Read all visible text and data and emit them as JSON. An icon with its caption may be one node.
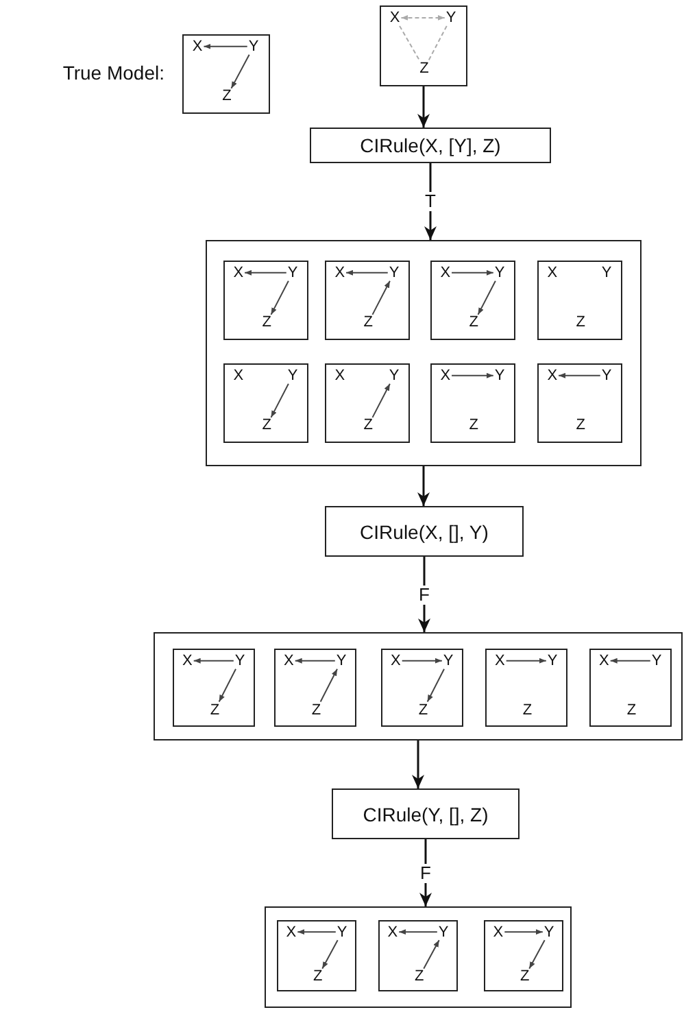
{
  "diagram": {
    "nodes": [
      {
        "text": [],
        "shape": "box",
        "beside": [
          "True Model:"
        ]
      },
      {
        "text": [
          "X"
        ],
        "in": 0
      },
      {
        "text": [
          "Y"
        ],
        "in": 0
      },
      {
        "text": [
          "Z"
        ],
        "in": 0
      },
      {
        "text": [],
        "shape": "box"
      },
      {
        "text": [
          "X"
        ],
        "in": 4
      },
      {
        "text": [
          "Y"
        ],
        "in": 4
      },
      {
        "text": [
          "Z"
        ],
        "in": 4
      },
      {
        "text": [
          "CIRule(X, [Y], Z)"
        ]
      },
      {
        "text": [],
        "shape": "box"
      },
      {
        "text": [],
        "shape": "box",
        "in": 9
      },
      {
        "text": [
          "X"
        ],
        "in": 10
      },
      {
        "text": [
          "Y"
        ],
        "in": 10
      },
      {
        "text": [
          "Z"
        ],
        "in": 10
      },
      {
        "text": [],
        "shape": "box",
        "in": 9
      },
      {
        "text": [
          "X"
        ],
        "in": 14
      },
      {
        "text": [
          "Y"
        ],
        "in": 14
      },
      {
        "text": [
          "Z"
        ],
        "in": 14
      },
      {
        "text": [],
        "shape": "box",
        "in": 9
      },
      {
        "text": [
          "X"
        ],
        "in": 18
      },
      {
        "text": [
          "Y"
        ],
        "in": 18
      },
      {
        "text": [
          "Z"
        ],
        "in": 18
      },
      {
        "text": [],
        "shape": "box",
        "in": 9
      },
      {
        "text": [
          "X"
        ],
        "in": 22
      },
      {
        "text": [
          "Y"
        ],
        "in": 22
      },
      {
        "text": [
          "Z"
        ],
        "in": 22
      },
      {
        "text": [],
        "shape": "box",
        "in": 9
      },
      {
        "text": [
          "X"
        ],
        "in": 26
      },
      {
        "text": [
          "Y"
        ],
        "in": 26
      },
      {
        "text": [
          "Z"
        ],
        "in": 26
      },
      {
        "text": [],
        "shape": "box",
        "in": 9
      },
      {
        "text": [
          "X"
        ],
        "in": 30
      },
      {
        "text": [
          "Y"
        ],
        "in": 30
      },
      {
        "text": [
          "Z"
        ],
        "in": 30
      },
      {
        "text": [],
        "shape": "box",
        "in": 9
      },
      {
        "text": [
          "X"
        ],
        "in": 34
      },
      {
        "text": [
          "Y"
        ],
        "in": 34
      },
      {
        "text": [
          "Z"
        ],
        "in": 34
      },
      {
        "text": [],
        "shape": "box",
        "in": 9
      },
      {
        "text": [
          "X"
        ],
        "in": 38
      },
      {
        "text": [
          "Y"
        ],
        "in": 38
      },
      {
        "text": [
          "Z"
        ],
        "in": 38
      },
      {
        "text": [
          "CIRule(X, [], Y)"
        ]
      },
      {
        "text": [],
        "shape": "box"
      },
      {
        "text": [],
        "shape": "box",
        "in": 43
      },
      {
        "text": [
          "X"
        ],
        "in": 44
      },
      {
        "text": [
          "Y"
        ],
        "in": 44
      },
      {
        "text": [
          "Z"
        ],
        "in": 44
      },
      {
        "text": [],
        "shape": "box",
        "in": 43
      },
      {
        "text": [
          "X"
        ],
        "in": 48
      },
      {
        "text": [
          "Y"
        ],
        "in": 48
      },
      {
        "text": [
          "Z"
        ],
        "in": 48
      },
      {
        "text": [],
        "shape": "box",
        "in": 43
      },
      {
        "text": [
          "X"
        ],
        "in": 52
      },
      {
        "text": [
          "Y"
        ],
        "in": 52
      },
      {
        "text": [
          "Z"
        ],
        "in": 52
      },
      {
        "text": [],
        "shape": "box",
        "in": 43
      },
      {
        "text": [
          "X"
        ],
        "in": 56
      },
      {
        "text": [
          "Y"
        ],
        "in": 56
      },
      {
        "text": [
          "Z"
        ],
        "in": 56
      },
      {
        "text": [],
        "shape": "box",
        "in": 43
      },
      {
        "text": [
          "X"
        ],
        "in": 60
      },
      {
        "text": [
          "Y"
        ],
        "in": 60
      },
      {
        "text": [
          "Z"
        ],
        "in": 60
      },
      {
        "text": [
          "CIRule(Y, [], Z)"
        ]
      },
      {
        "text": [],
        "shape": "box"
      },
      {
        "text": [],
        "shape": "box",
        "in": 65
      },
      {
        "text": [
          "X"
        ],
        "in": 66
      },
      {
        "text": [
          "Y"
        ],
        "in": 66
      },
      {
        "text": [
          "Z"
        ],
        "in": 66
      },
      {
        "text": [],
        "shape": "box",
        "in": 65
      },
      {
        "text": [
          "X"
        ],
        "in": 70
      },
      {
        "text": [
          "Y"
        ],
        "in": 70
      },
      {
        "text": [
          "Z"
        ],
        "in": 70
      },
      {
        "text": [],
        "shape": "box",
        "in": 65
      },
      {
        "text": [
          "X"
        ],
        "in": 74
      },
      {
        "text": [
          "Y"
        ],
        "in": 74
      },
      {
        "text": [
          "Z"
        ],
        "in": 74
      }
    ],
    "edges": [
      {
        "from": 2,
        "to": 1,
        "arrow": "to"
      },
      {
        "from": 2,
        "to": 3,
        "arrow": "to"
      },
      {
        "from": 5,
        "to": 6,
        "arrow": "both",
        "style": "dashed",
        "color": "#aaaaaa"
      },
      {
        "from": 5,
        "to": 7,
        "arrow": "none",
        "style": "dashed",
        "color": "#aaaaaa"
      },
      {
        "from": 6,
        "to": 7,
        "arrow": "none",
        "style": "dashed",
        "color": "#aaaaaa"
      },
      {
        "from": 4,
        "to": 8,
        "arrow": "to"
      },
      {
        "from": 8,
        "to": 9,
        "arrow": "to",
        "label": "T"
      },
      {
        "from": 12,
        "to": 11,
        "arrow": "to"
      },
      {
        "from": 12,
        "to": 13,
        "arrow": "to"
      },
      {
        "from": 16,
        "to": 15,
        "arrow": "to"
      },
      {
        "from": 17,
        "to": 16,
        "arrow": "to"
      },
      {
        "from": 19,
        "to": 20,
        "arrow": "to"
      },
      {
        "from": 20,
        "to": 21,
        "arrow": "to"
      },
      {
        "from": 28,
        "to": 29,
        "arrow": "to"
      },
      {
        "from": 33,
        "to": 32,
        "arrow": "to"
      },
      {
        "from": 35,
        "to": 36,
        "arrow": "to"
      },
      {
        "from": 40,
        "to": 39,
        "arrow": "to"
      },
      {
        "from": 9,
        "to": 42,
        "arrow": "to"
      },
      {
        "from": 42,
        "to": 43,
        "arrow": "to",
        "label": "F"
      },
      {
        "from": 46,
        "to": 45,
        "arrow": "to"
      },
      {
        "from": 46,
        "to": 47,
        "arrow": "to"
      },
      {
        "from": 50,
        "to": 49,
        "arrow": "to"
      },
      {
        "from": 51,
        "to": 50,
        "arrow": "to"
      },
      {
        "from": 53,
        "to": 54,
        "arrow": "to"
      },
      {
        "from": 54,
        "to": 55,
        "arrow": "to"
      },
      {
        "from": 57,
        "to": 58,
        "arrow": "to"
      },
      {
        "from": 62,
        "to": 61,
        "arrow": "to"
      },
      {
        "from": 43,
        "to": 64,
        "arrow": "to"
      },
      {
        "from": 64,
        "to": 65,
        "arrow": "to",
        "label": "F"
      },
      {
        "from": 68,
        "to": 67,
        "arrow": "to"
      },
      {
        "from": 68,
        "to": 69,
        "arrow": "to"
      },
      {
        "from": 72,
        "to": 71,
        "arrow": "to"
      },
      {
        "from": 73,
        "to": 72,
        "arrow": "to"
      },
      {
        "from": 75,
        "to": 76,
        "arrow": "to"
      },
      {
        "from": 76,
        "to": 77,
        "arrow": "to"
      }
    ]
  }
}
